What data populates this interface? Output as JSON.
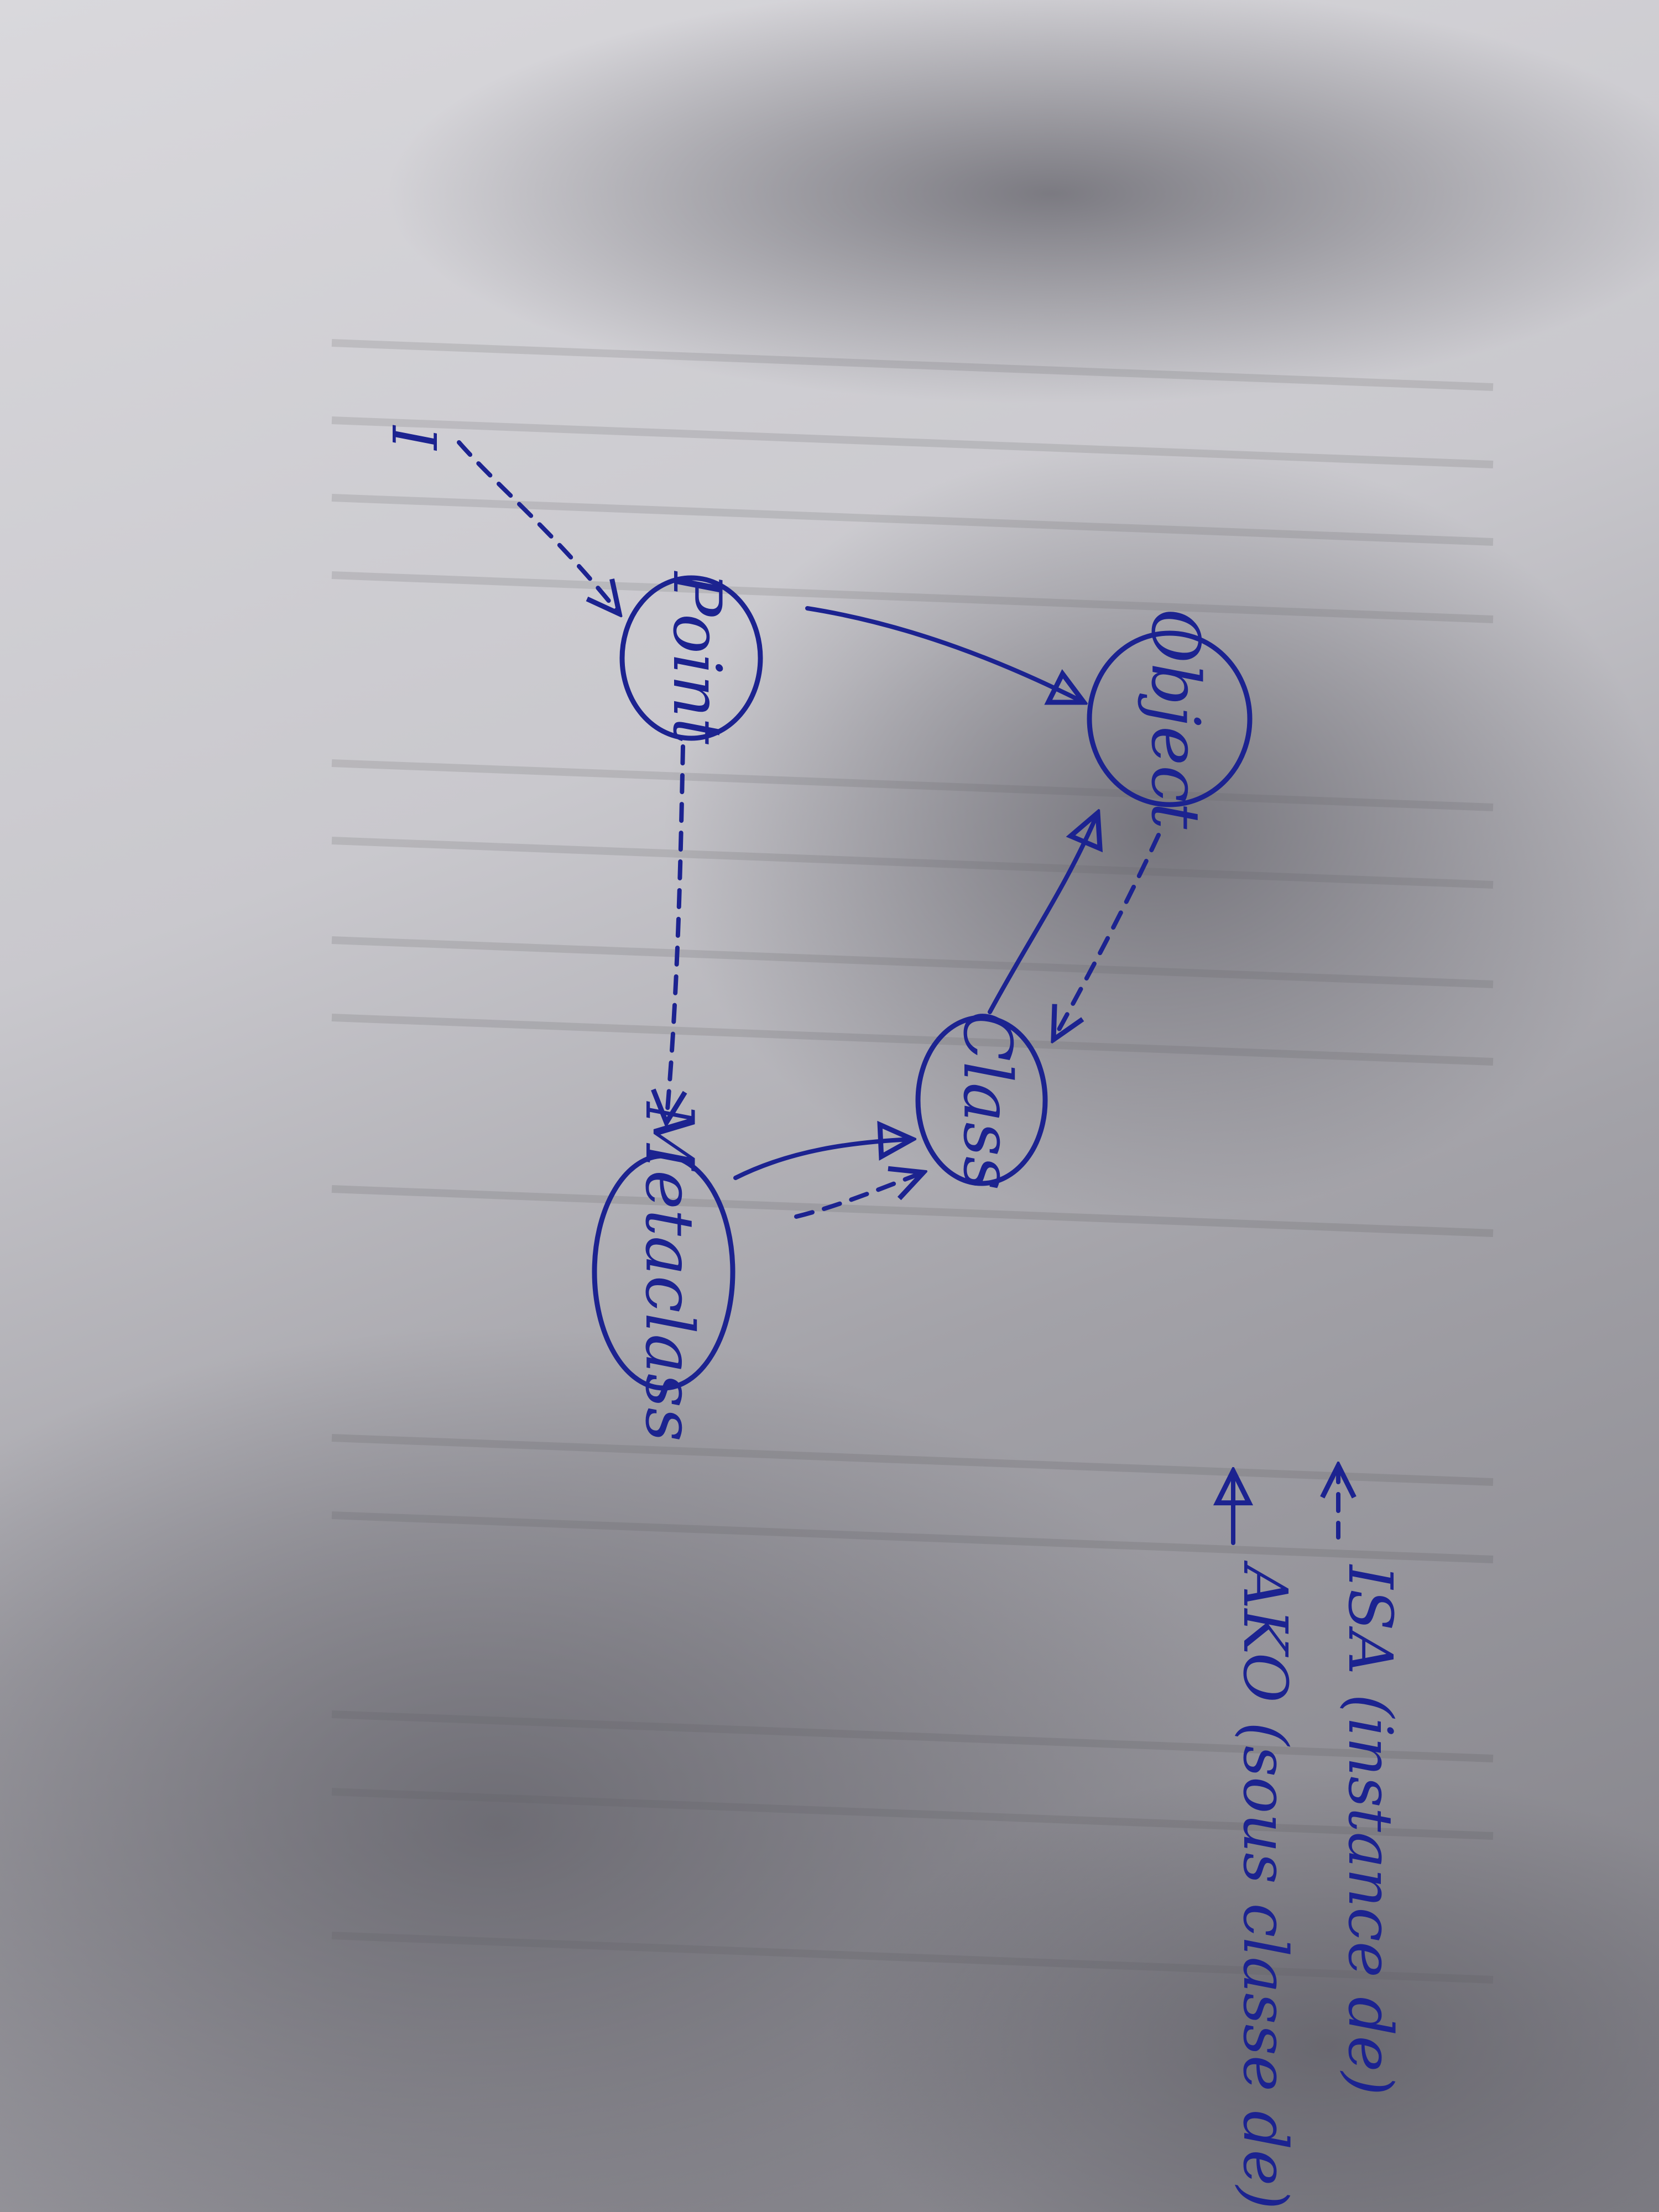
{
  "colors": {
    "ink": "#1c2390",
    "paper": "#d9d8dc",
    "shadow": "#6e6d74"
  },
  "diagram": {
    "start_marker": "I",
    "nodes": {
      "point": {
        "label": "Point"
      },
      "object": {
        "label": "Object"
      },
      "class": {
        "label": "Class"
      },
      "metaclass": {
        "label": "Metaclass"
      }
    },
    "legend": {
      "isa": {
        "label": "ISA (instance de)"
      },
      "ako": {
        "label": "AKO (sous classe de)"
      }
    }
  }
}
